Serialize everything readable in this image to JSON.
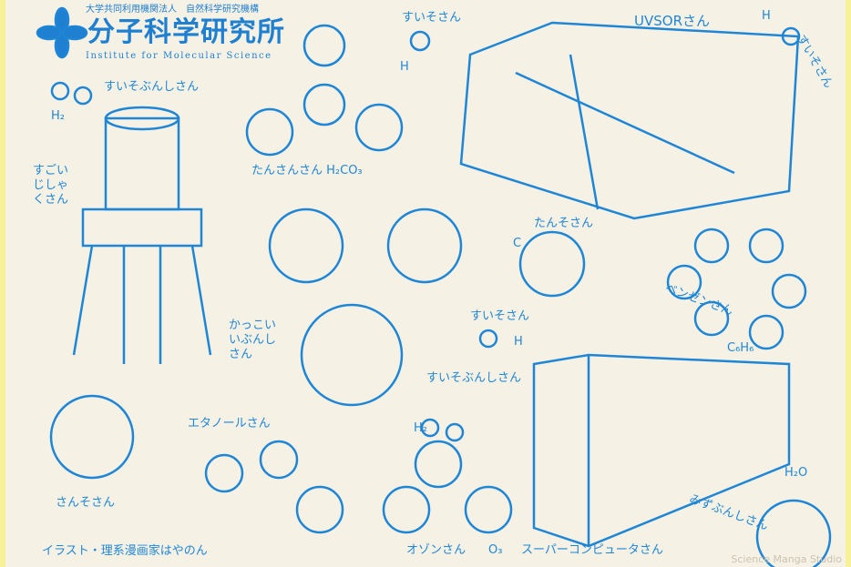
{
  "header": {
    "org_line": "大学共同利用機関法人　自然科学研究機構",
    "title": "分子科学研究所",
    "subtitle": "Institute for Molecular Science"
  },
  "labels": {
    "hydrogen_top": "すいそさん",
    "h_top": "H",
    "uvsor": "UVSORさん",
    "h_right": "H",
    "hydrogen_right": "すいそさん",
    "h2_molecule": "すいそぶんしさん",
    "h2": "H₂",
    "carbonic": "たんさんさん H₂CO₃",
    "magnet": "すごいじしゃくさん",
    "carbon": "たんそさん",
    "c": "C",
    "benzene": "ベンゼンさん",
    "c6h6": "C₆H₆",
    "hydrogen_mid": "すいそさん",
    "h_mid": "H",
    "cool_molecule": "かっこいいぶんしさん",
    "h2_molecule_2": "すいそぶんしさん",
    "h2_2": "H₂",
    "ethanol": "エタノールさん",
    "oxygen": "さんそさん",
    "ozone": "オゾンさん",
    "o3": "O₃",
    "supercomputer": "スーパーコンピュータさん",
    "h2o": "H₂O",
    "water": "みずぶんしさん",
    "credit": "イラスト・理系漫画家はやのん"
  },
  "watermark": "Science Manga Studio",
  "colors": {
    "ink": "#1f86d6",
    "paper": "#f5f1e4",
    "border": "#f7f29a"
  }
}
